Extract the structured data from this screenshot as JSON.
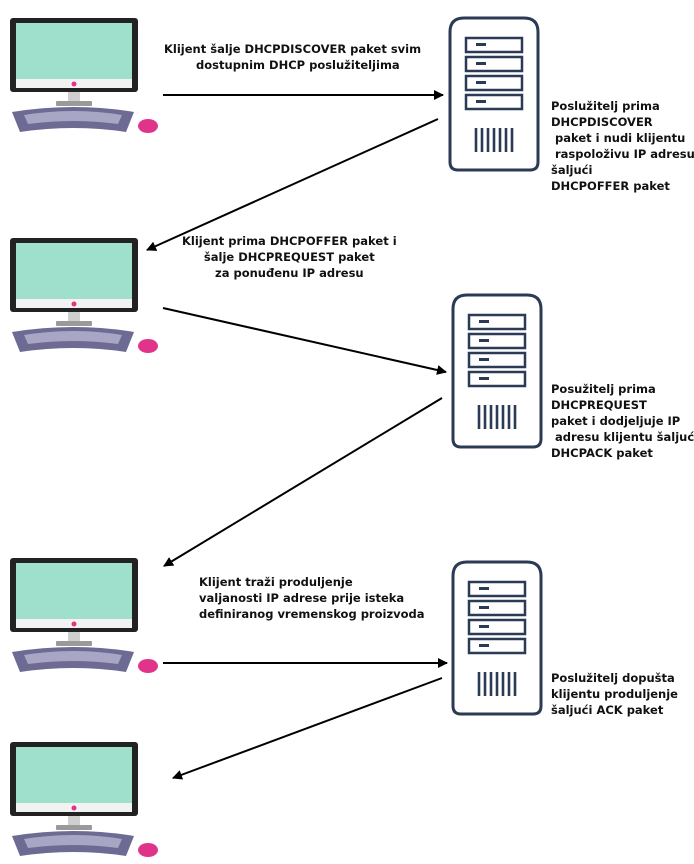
{
  "steps": {
    "discover": {
      "text": "Klijent šalje DHCPDISCOVER paket svim\n        dostupnim DHCP poslužiteljima"
    },
    "offer": {
      "text": "Poslužitelj prima\nDHCPDISCOVER\n paket i nudi klijentu\n raspoloživu IP adresu\nšaljući\nDHCPOFFER paket"
    },
    "request": {
      "text": "Klijent prima DHCPOFFER paket i\nšalje DHCPREQUEST paket\nza ponuđenu IP adresu"
    },
    "ack": {
      "text": "Posužitelj prima\nDHCPREQUEST\npaket i dodjeljuje IP\n adresu klijentu šaljući\nDHCPACK paket"
    },
    "renew_request": {
      "text": "Klijent traži produljenje\nvaljanosti IP adrese prije isteka\ndefiniranog vremenskog proizvoda"
    },
    "renew_ack": {
      "text": "Poslužitelj dopušta\nklijentu produljenje\nšaljući ACK paket"
    }
  },
  "colors": {
    "screen": "#9fe0cc",
    "frame": "#222222",
    "keyboard": "#6d6a93",
    "mouse": "#e0338a",
    "server_body": "#ffffff",
    "arrow": "#000000"
  }
}
